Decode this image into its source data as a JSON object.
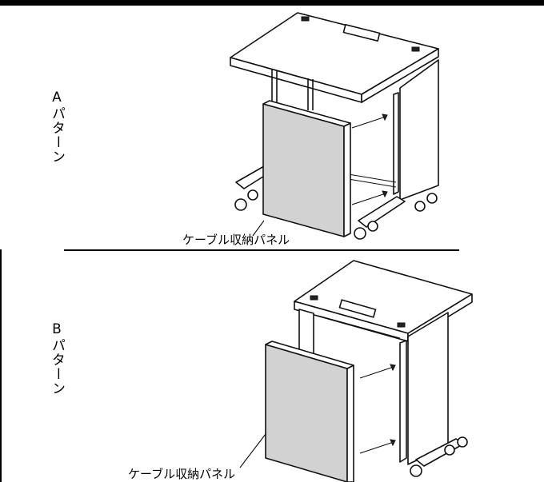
{
  "pattern_a": {
    "label": "Aパターン",
    "caption": "ケーブル収納パネル"
  },
  "pattern_b": {
    "label": "Bパターン",
    "caption": "ケーブル収納パネル"
  }
}
